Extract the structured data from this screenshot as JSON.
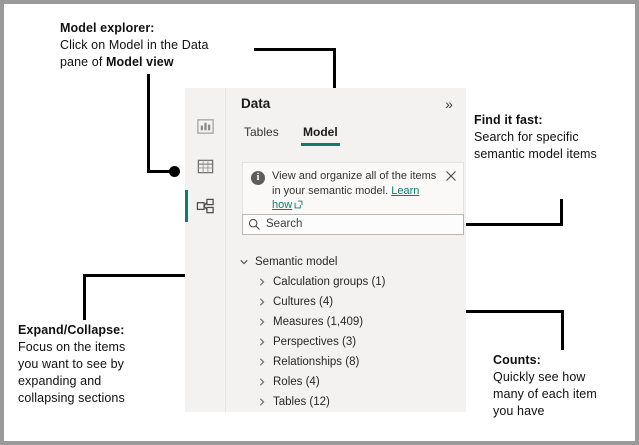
{
  "annotations": [
    {
      "id": "model-explorer",
      "heading": "Model explorer:",
      "line1": "Click on Model in the Data",
      "line2_pre": "pane of ",
      "line2_bold": "Model view",
      "line2_post": ""
    },
    {
      "id": "find-it-fast",
      "heading": "Find it fast:",
      "line1": "Search for specific",
      "line2": "semantic model items"
    },
    {
      "id": "expand-collapse",
      "heading": "Expand/Collapse:",
      "line1": "Focus on the items",
      "line2": "you want to see by",
      "line3": "expanding and",
      "line4": "collapsing sections"
    },
    {
      "id": "counts",
      "heading": "Counts:",
      "line1": "Quickly see how",
      "line2": "many of each item",
      "line3": "you have"
    }
  ],
  "panel": {
    "rail": {
      "items": [
        {
          "name": "report-view",
          "icon": "bar-chart-icon",
          "active": false
        },
        {
          "name": "table-view",
          "icon": "table-grid-icon",
          "active": false
        },
        {
          "name": "model-view",
          "icon": "model-diagram-icon",
          "active": true
        }
      ]
    },
    "header": {
      "title": "Data",
      "collapse_glyph": "»"
    },
    "tabs": [
      {
        "id": "tables",
        "label": "Tables",
        "active": false
      },
      {
        "id": "model",
        "label": "Model",
        "active": true
      }
    ],
    "info_banner": {
      "icon_glyph": "i",
      "text": "View and organize all of the items in your semantic model.",
      "link_label": "Learn how",
      "link_icon": "external-link-icon",
      "close_icon": "close-icon"
    },
    "search": {
      "placeholder": "Search",
      "icon": "search-icon",
      "value": ""
    },
    "tree": {
      "root": {
        "label": "Semantic model",
        "expanded": true
      },
      "items": [
        {
          "label": "Calculation groups (1)"
        },
        {
          "label": "Cultures (4)"
        },
        {
          "label": "Measures (1,409)"
        },
        {
          "label": "Perspectives (3)"
        },
        {
          "label": "Relationships (8)"
        },
        {
          "label": "Roles (4)"
        },
        {
          "label": "Tables (12)"
        }
      ]
    }
  },
  "colors": {
    "accent_teal": "#0f7b6c",
    "panel_bg": "#f3f2f1",
    "banner_bg": "#faf9f8",
    "callout": "#000000",
    "frame": "#9a9a9a"
  }
}
